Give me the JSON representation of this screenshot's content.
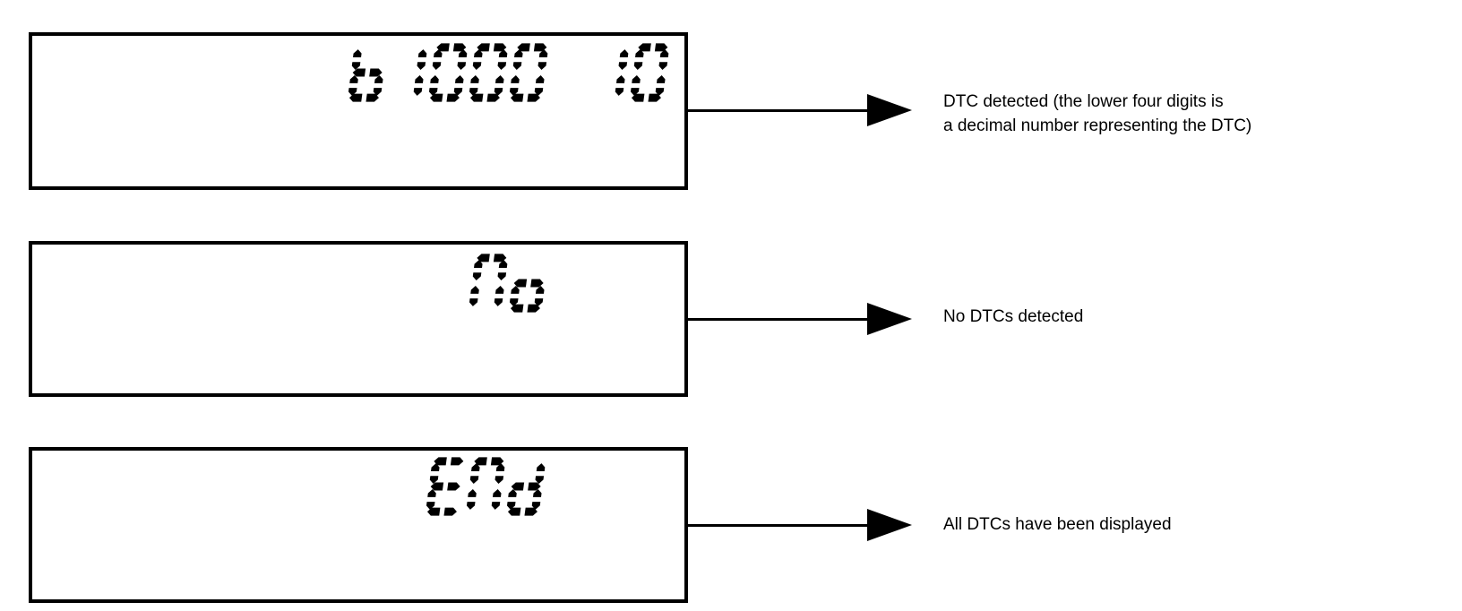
{
  "diagram": {
    "display_type": "seven-segment-lcd",
    "colors": {
      "ink": "#000000",
      "background": "#ffffff"
    },
    "rows": [
      {
        "display": "b1000 10",
        "label": "DTC detected (the lower four digits is\na decimal number representing the DTC)"
      },
      {
        "display": "No",
        "label": "No DTCs detected"
      },
      {
        "display": "End",
        "label": "All DTCs have been displayed"
      }
    ]
  }
}
